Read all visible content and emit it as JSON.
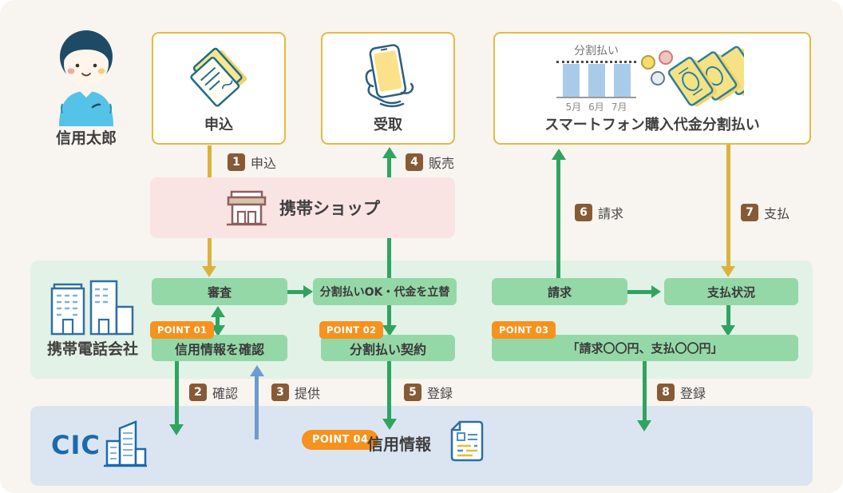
{
  "person": {
    "label": "信用太郎"
  },
  "top_boxes": {
    "apply": {
      "label": "申込"
    },
    "receive": {
      "label": "受取"
    },
    "installment": {
      "title": "スマートフォン購入代金分割払い",
      "chart": {
        "type": "bar",
        "label": "分割払い",
        "months": [
          "5月",
          "6月",
          "7月"
        ],
        "values": [
          1,
          1,
          1
        ]
      }
    }
  },
  "shop": {
    "label": "携帯ショップ"
  },
  "phone_company": {
    "label": "携帯電話会社",
    "boxes": {
      "screening": "審査",
      "ok_advance": "分割払いOK・代金を立替",
      "billing": "請求",
      "payment_status": "支払状況",
      "credit_check": "信用情報を確認",
      "contract": "分割払い契約",
      "amounts": "「請求〇〇円、支払〇〇円」"
    }
  },
  "cic": {
    "label": "CIC",
    "credit_info": "信用情報"
  },
  "points": {
    "p1": "POINT 01",
    "p2": "POINT 02",
    "p3": "POINT 03",
    "p4": "POINT 04"
  },
  "steps": {
    "s1": {
      "num": "1",
      "label": "申込"
    },
    "s2": {
      "num": "2",
      "label": "確認"
    },
    "s3": {
      "num": "3",
      "label": "提供"
    },
    "s4": {
      "num": "4",
      "label": "販売"
    },
    "s5": {
      "num": "5",
      "label": "登録"
    },
    "s6": {
      "num": "6",
      "label": "請求"
    },
    "s7": {
      "num": "7",
      "label": "支払"
    },
    "s8": {
      "num": "8",
      "label": "登録"
    }
  },
  "colors": {
    "background": "#F8F4EF",
    "band_green": "#E3F2E6",
    "band_blue": "#DBE5F1",
    "box_green": "#95D8A8",
    "box_pink": "#F9E3E3",
    "border_gold": "#E2BB44",
    "arrow_green": "#2FA45F",
    "arrow_yellow": "#DCB23E",
    "arrow_blue": "#6E9BCE",
    "badge_brown": "#875A36",
    "badge_orange": "#F6921E",
    "cic_blue": "#1A6AAD",
    "bar_blue": "#A8CBEA"
  }
}
